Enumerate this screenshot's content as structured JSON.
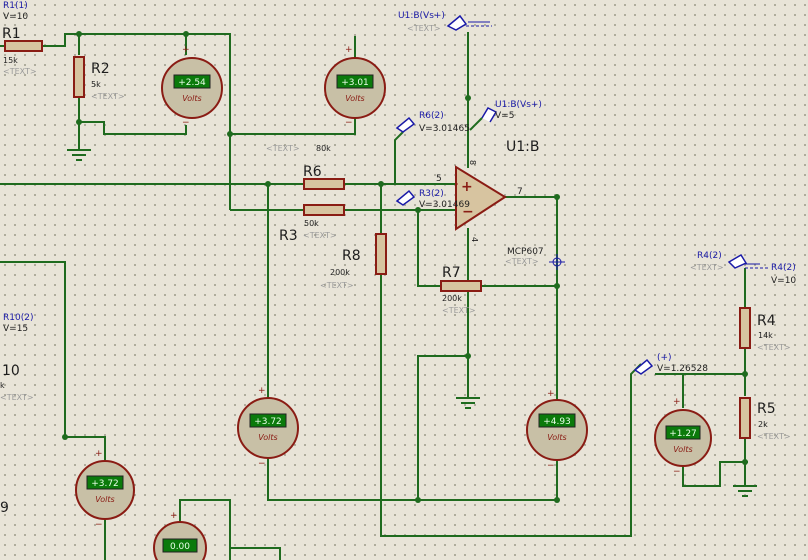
{
  "colors": {
    "wire": "#1f6b1f",
    "component": "#8a1c14",
    "component_fill": "#d7c4a0",
    "label": "#1e1e1e",
    "ghost": "#9a9a9a",
    "probe": "#1a1aa8",
    "meter_face": "#c8c0a6",
    "meter_display": "#0b7a0b",
    "background": "#e8e4d8"
  },
  "probes": {
    "r1": {
      "name": "R1(1)",
      "value": "V=10"
    },
    "u1b_vs_top": {
      "name": "U1:B(Vs+)",
      "text": "<TEXT>"
    },
    "u1b_vs": {
      "name": "U1:B(Vs+)",
      "value": "V=5"
    },
    "r6": {
      "name": "R6(2)",
      "value": "V=3.01465"
    },
    "r3": {
      "name": "R3(2)",
      "value": "V=3.01469"
    },
    "r10": {
      "name": "R10(2)",
      "value": "V=15"
    },
    "r4_left": {
      "name": "R4(2)",
      "text": "<TEXT>"
    },
    "r4_right": {
      "name": "R4(2)",
      "value": "V=10"
    },
    "plus": {
      "name": "(+)",
      "value": "V=1.26528"
    }
  },
  "components": {
    "r1": {
      "name": "R1",
      "value": "15k",
      "text": "<TEXT>"
    },
    "r2": {
      "name": "R2",
      "value": "5k",
      "text": "<TEXT>"
    },
    "r6": {
      "name": "R6",
      "value": "80k",
      "text": "<TEXT>"
    },
    "r3": {
      "name": "R3",
      "value": "50k",
      "text": "<TEXT>"
    },
    "r8": {
      "name": "R8",
      "value": "200k",
      "text": "<TEXT>"
    },
    "r7": {
      "name": "R7",
      "value": "200k",
      "text": "<TEXT>"
    },
    "r4": {
      "name": "R4",
      "value": "14k",
      "text": "<TEXT>"
    },
    "r5": {
      "name": "R5",
      "value": "2k",
      "text": "<TEXT>"
    },
    "r10": {
      "name": "10",
      "value": "k",
      "text": "<TEXT>"
    },
    "r9": {
      "name": "9"
    },
    "opamp": {
      "name": "U1:B",
      "model": "MCP607",
      "text": "<TEXT>",
      "pin_plus": "+",
      "pin_minus": "−",
      "pin_out": "7",
      "pin_in": "5",
      "pin_top": "8",
      "pin_bottom": "4"
    }
  },
  "meters": {
    "unit": "Volts",
    "m1": "+2.54",
    "m2": "+3.01",
    "m3": "+3.72",
    "m4": "+4.93",
    "m5": "+1.27",
    "m6": "+3.72",
    "m7": "0.00"
  }
}
